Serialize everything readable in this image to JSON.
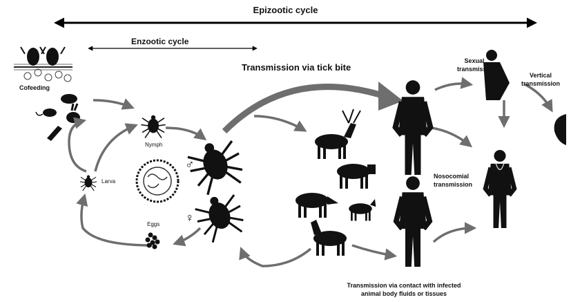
{
  "labels": {
    "epizootic": "Epizootic cycle",
    "enzootic": "Enzootic cycle",
    "tick_bite": "Transmission via tick bite",
    "cofeeding": "Cofeeding",
    "nymph": "Nymph",
    "larva": "Larva",
    "eggs": "Eggs",
    "male_symbol": "♂",
    "female_symbol": "♀",
    "sexual": "Sexual\ntransmission",
    "vertical": "Vertical\ntransmission",
    "nosocomial": "Nosocomial\ntransmission",
    "contact": "Transmission via contact with infected\nanimal body fluids or tissues"
  },
  "colors": {
    "arrow": "#6e6e6e",
    "silhouette": "#111111",
    "line": "#000000"
  },
  "icons": [
    "tick-icon",
    "virus-icon",
    "deer-icon",
    "cow-icon",
    "boar-icon",
    "goat-icon",
    "horse-icon",
    "human-icon",
    "pregnant-woman-icon",
    "doctor-icon",
    "fetus-icon",
    "rodent-icon",
    "hare-icon",
    "bird-icon",
    "hedgehog-icon",
    "eggs-icon"
  ]
}
